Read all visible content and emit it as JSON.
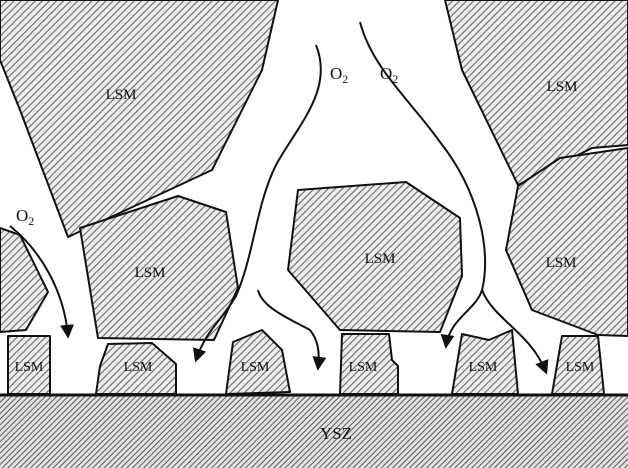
{
  "diagram": {
    "substrate_label": "YSZ",
    "grain_label": "LSM",
    "oxygen_label_base": "O",
    "oxygen_label_subscript": "2"
  },
  "colors": {
    "outline": "#111111",
    "grain_fill": "#a8a8a8",
    "substrate_fill": "#9a9a9a",
    "background": "#ffffff"
  }
}
